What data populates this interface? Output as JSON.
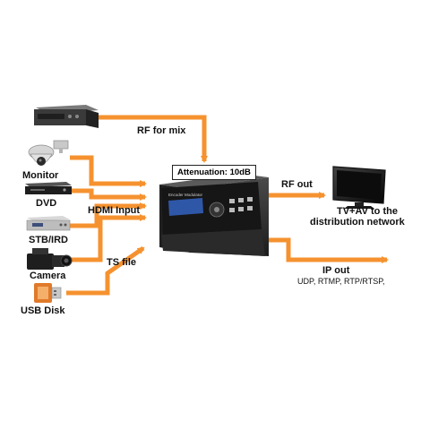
{
  "labels": {
    "rf_for_mix": "RF for mix",
    "attenuation": "Attenuation: 10dB",
    "rf_out": "RF out",
    "monitor": "Monitor",
    "dvd": "DVD",
    "hdmi_input": "HDMI Input",
    "stb_ird": "STB/IRD",
    "camera": "Camera",
    "ts_file": "TS file",
    "usb_disk": "USB Disk",
    "tv_line1": "TV+AV to the",
    "tv_line2": "distribution network",
    "ip_out": "IP out",
    "protocols": "UDP, RTMP, RTP/RTSP,"
  },
  "device_screen_text": "Encoder Modulator",
  "colors": {
    "arrow": "#f5922f",
    "device_body": "#2b2b2b",
    "device_face": "#1a1a1a",
    "screen": "#2f57a8",
    "text": "#111111"
  }
}
